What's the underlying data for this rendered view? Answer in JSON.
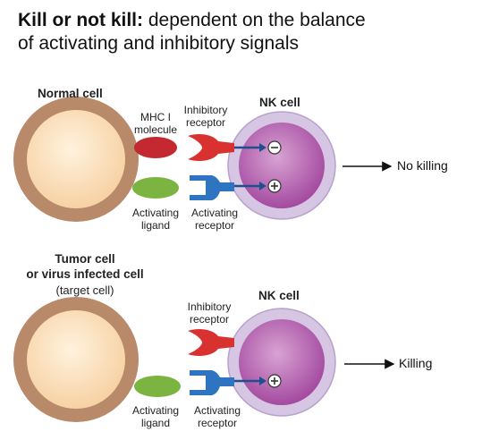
{
  "title": {
    "bold": "Kill or not kill:",
    "rest_line1": " dependent on the balance",
    "line2": "of activating and inhibitory signals"
  },
  "panels": [
    {
      "left_cell_label": "Normal cell",
      "nk_label": "NK cell",
      "mhc_label": [
        "MHC I",
        "molecule"
      ],
      "inhibitory_receptor_label": [
        "Inhibitory",
        "receptor"
      ],
      "activating_ligand_label": [
        "Activating",
        "ligand"
      ],
      "activating_receptor_label": [
        "Activating",
        "receptor"
      ],
      "outcome": "No killing",
      "signs": [
        "⊖",
        "⊕"
      ]
    },
    {
      "left_cell_label": [
        "Tumor cell",
        "or virus infected cell"
      ],
      "left_cell_sublabel": "(target cell)",
      "nk_label": "NK cell",
      "inhibitory_receptor_label": [
        "Inhibitory",
        "receptor"
      ],
      "activating_ligand_label": [
        "Activating",
        "ligand"
      ],
      "activating_receptor_label": [
        "Activating",
        "receptor"
      ],
      "outcome": "Killing",
      "signs": [
        "⊕"
      ]
    }
  ],
  "colors": {
    "cell_outer": "#b98a6a",
    "cell_inner": "#fbe3c4",
    "nk_outer": "#d6c6e3",
    "nk_inner": "#a44aa0",
    "mhc": "#c42830",
    "inhibitory_receptor": "#d9312f",
    "ligand": "#7bb441",
    "activating_receptor": "#2f74c0",
    "arrow": "#1e4f8f"
  }
}
